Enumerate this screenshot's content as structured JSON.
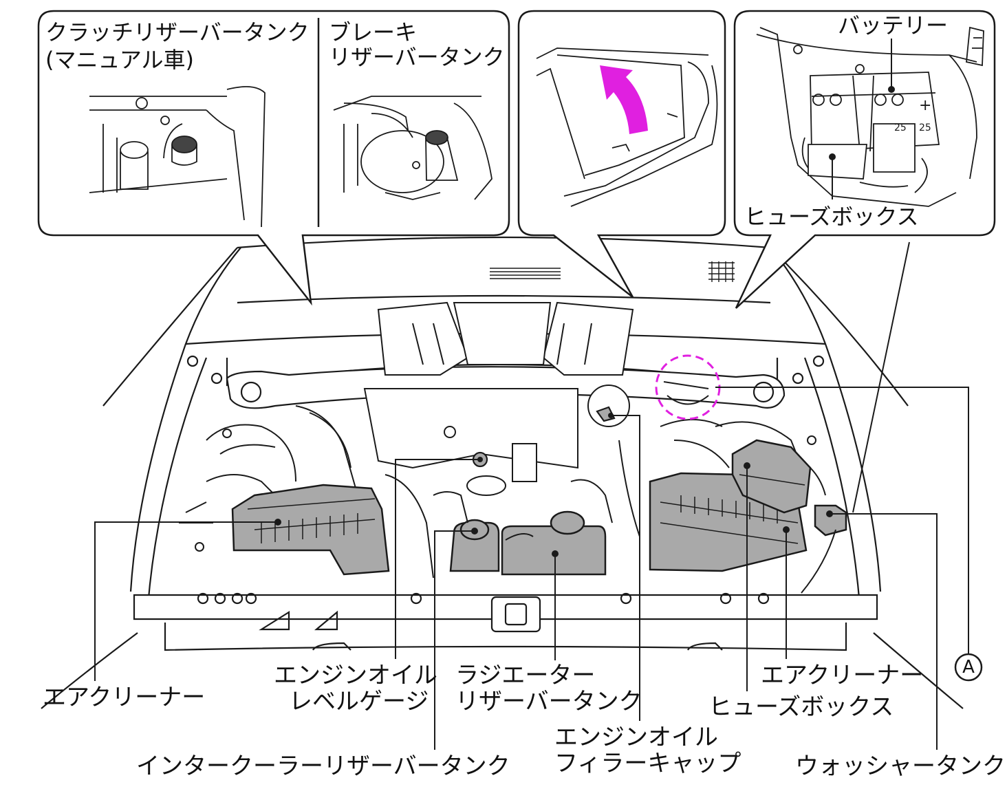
{
  "callouts": {
    "clutch_line1": "クラッチリザーバータンク",
    "clutch_line2": "(マニュアル車)",
    "brake_line1": "ブレーキ",
    "brake_line2": "リザーバータンク",
    "battery": "バッテリー",
    "fuse_box_top": "ヒューズボックス"
  },
  "labels": {
    "air_cleaner_left": "エアクリーナー",
    "oil_gauge_line1": "エンジンオイル",
    "oil_gauge_line2": "レベルゲージ",
    "intercooler_tank": "インタークーラーリザーバータンク",
    "radiator_line1": "ラジエーター",
    "radiator_line2": "リザーバータンク",
    "oil_cap_line1": "エンジンオイル",
    "oil_cap_line2": "フィラーキャップ",
    "air_cleaner_right": "エアクリーナー",
    "fuse_box_right": "ヒューズボックス",
    "washer_tank": "ウォッシャータンク",
    "marker_a": "A"
  },
  "colors": {
    "component_fill": "#a9a9a9",
    "outline": "#1a1a1a",
    "highlight": "#e020e0"
  }
}
